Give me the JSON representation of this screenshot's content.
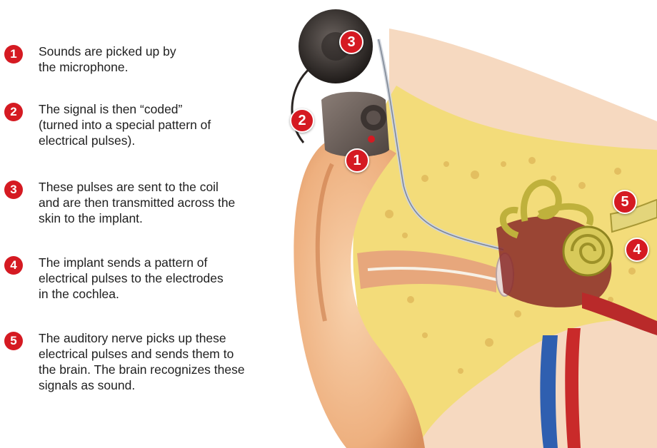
{
  "steps": [
    {
      "num": "1",
      "text": "Sounds are picked up by\nthe microphone."
    },
    {
      "num": "2",
      "text": "The signal is then “coded”\n(turned into a special pattern of\nelectrical pulses)."
    },
    {
      "num": "3",
      "text": "These pulses are sent to the coil\nand are then transmitted across the\nskin to the implant."
    },
    {
      "num": "4",
      "text": "The implant sends a pattern of\nelectrical pulses to the electrodes\nin the cochlea."
    },
    {
      "num": "5",
      "text": "The auditory nerve picks up these\nelectrical pulses and sends them to\nthe brain. The brain recognizes these\nsignals as sound."
    }
  ],
  "badges": {
    "b1": "1",
    "b2": "2",
    "b3": "3",
    "b4": "4",
    "b5": "5"
  },
  "colors": {
    "badge": "#d51a22",
    "skin": "#f2b98c",
    "bone": "#f3dc7a",
    "device": "#6b5d57",
    "coil": "#3a3431",
    "cochlea": "#bfb13c",
    "artery": "#c92a2a",
    "vein": "#2f5fb0"
  }
}
